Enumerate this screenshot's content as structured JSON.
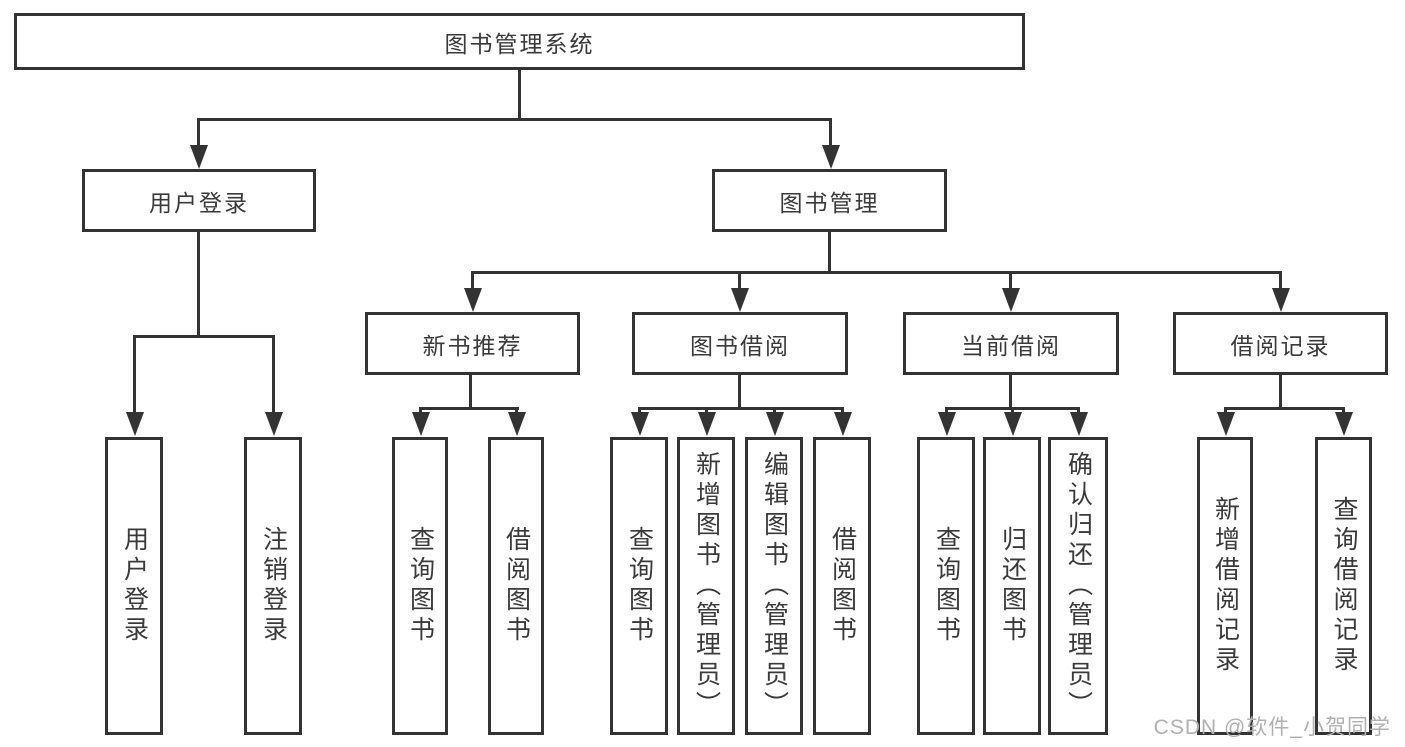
{
  "title": "图书管理系统",
  "level2": [
    {
      "label": "用户登录"
    },
    {
      "label": "图书管理"
    }
  ],
  "level3": [
    {
      "label": "新书推荐"
    },
    {
      "label": "图书借阅"
    },
    {
      "label": "当前借阅"
    },
    {
      "label": "借阅记录"
    }
  ],
  "leaves": {
    "user_login": [
      "用户登录",
      "注销登录"
    ],
    "new_book": [
      "查询图书",
      "借阅图书"
    ],
    "book_borrow": [
      "查询图书",
      "新增图书（管理员）",
      "编辑图书（管理员）",
      "借阅图书"
    ],
    "current_borrow": [
      "查询图书",
      "归还图书",
      "确认归还（管理员）"
    ],
    "borrow_record": [
      "新增借阅记录",
      "查询借阅记录"
    ]
  },
  "watermark": "CSDN @软件_小贺同学",
  "colors": {
    "line": "#333333",
    "text": "#3a3a3a",
    "watermark": "#b0b0b0"
  }
}
